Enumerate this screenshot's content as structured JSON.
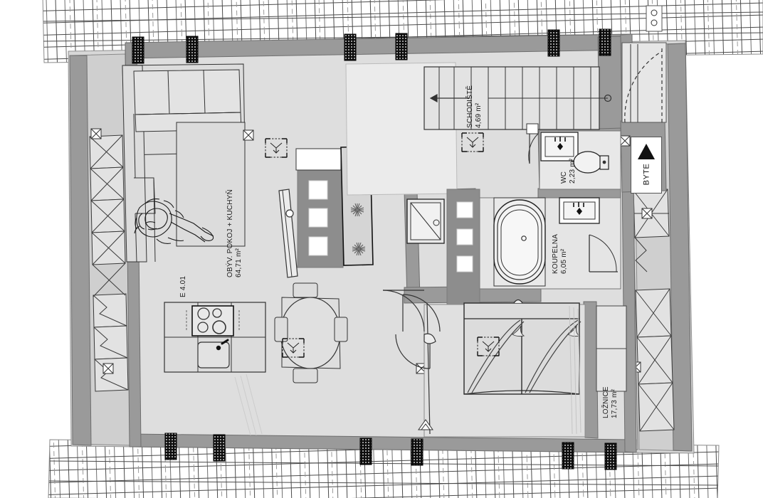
{
  "document": {
    "type": "architectural-floor-plan",
    "unit_label": "E 4.01",
    "orientation_marker": "BYTE"
  },
  "rooms": [
    {
      "id": "living_kitchen",
      "name": "OBÝV. POKOJ + KUCHYŇ",
      "area": "64,71 m²"
    },
    {
      "id": "staircase",
      "name": "SCHODIŠTĚ",
      "area": "4,69 m²"
    },
    {
      "id": "wc",
      "name": "WC",
      "area": "2,23 m²"
    },
    {
      "id": "bathroom",
      "name": "KOUPELNA",
      "area": "6,05 m²"
    },
    {
      "id": "bedroom",
      "name": "LOŽNICE",
      "area": "17,73 m²"
    }
  ],
  "colors": {
    "wall_fill": "#9a9a9a",
    "floor_fill": "#d9d9d9",
    "room_fill": "#dedede",
    "line": "#2b2b2b",
    "hatch": "#111111",
    "white": "#ffffff",
    "furniture_gray": "#8d8d8d",
    "paper": "#ffffff"
  },
  "fixtures": {
    "sofa": "sectional-sofa",
    "person": "seated-person-figure",
    "kitchen_counter": "kitchen-counter",
    "cooktop": "four-burner-cooktop",
    "sink": "kitchen-sink-with-faucet",
    "dining_table": "round-dining-table",
    "island": "kitchen-island",
    "island_stools": 3,
    "planter": "planter-with-plants",
    "bathtub": "oval-bathtub",
    "toilet": "wc-toilet",
    "washbasin_wc": "wash-basin",
    "washbasin_bath": "wash-basin",
    "shower": "shower-enclosure",
    "bed": "double-bed",
    "wardrobe": "wardrobe",
    "stairs": "stair-run",
    "entry_door": "entry-door-with-swing"
  }
}
